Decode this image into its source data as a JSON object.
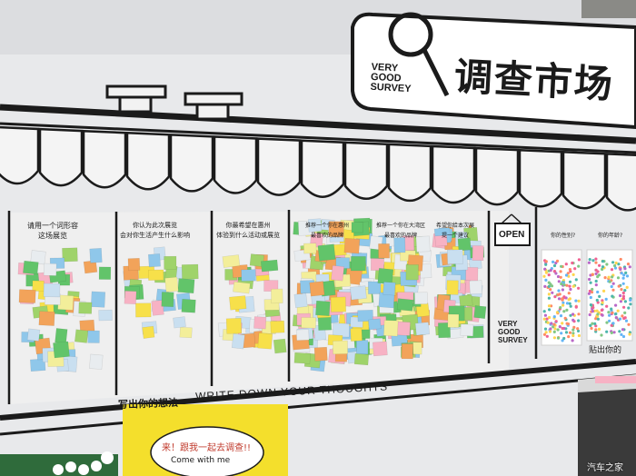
{
  "sign": {
    "brand_lines": [
      "VERY",
      "GOOD",
      "SURVEY"
    ],
    "title": "调查市场"
  },
  "questions": [
    "请用一个词形容\n这场展览",
    "你认为此次展览\n会对你生活产生什么影响",
    "你最希望在惠州\n体验到什么活动或展览",
    "推荐一个你在惠州\n最喜欢的品牌",
    "推荐一个你在大湾区\n最喜欢的品牌",
    "希望你给本次展\n提一个建议"
  ],
  "open_sign": "OPEN",
  "booth_brand_lines": [
    "VERY",
    "GOOD",
    "SURVEY"
  ],
  "right_questions": [
    "你的性别?",
    "你的年龄?"
  ],
  "right_caption": "贴出你的",
  "caption": {
    "chinese": "写出你的想法",
    "english": "WRITE DOWN YOUR THOUGHTS"
  },
  "yellow_sign": {
    "line1": "来！跟我一起去调查!!",
    "line2": "Come with me"
  },
  "sticky_note_count": 420,
  "sticky_note_colors": [
    "#f7e04a",
    "#f2a35a",
    "#9fd36a",
    "#62c46a",
    "#8fc7ea",
    "#c9dff0",
    "#f7b2c4",
    "#f3ee9a",
    "#e8ecef"
  ],
  "watermark": "汽车之家"
}
